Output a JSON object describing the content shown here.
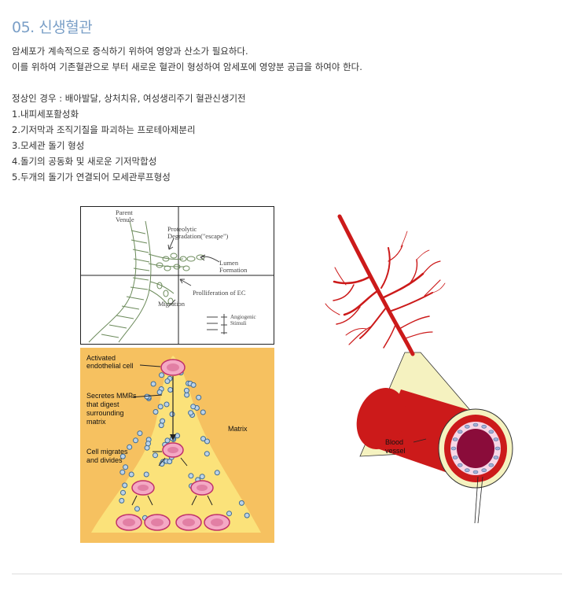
{
  "title": "05. 신생혈관",
  "paragraph1": [
    "암세포가 계속적으로 증식하기 위하여 영양과 산소가 필요하다.",
    "이를 위하여 기존혈관으로 부터 새로운 혈관이 형성하여 암세포에 영양분 공급을 하여야 한다."
  ],
  "paragraph2": [
    "정상인 경우 : 배아발달, 상처치유, 여성생리주기 혈관신생기전",
    "1.내피세포활성화",
    "2.기저막과 조직기질을 파괴하는 프로테아제분리",
    "3.모세관 돌기 형성",
    "4.돌기의 공동화 및 새로운 기저막합성",
    "5.두개의 돌기가 연결되어 모세관루프형성"
  ],
  "figure1": {
    "labels": {
      "parent_venule_1": "Parent",
      "parent_venule_2": "Venule",
      "proteolytic_1": "Proteolytic",
      "proteolytic_2": "Degradation(\"escape\")",
      "lumen_1": "Lumen",
      "lumen_2": "Formation",
      "proliferation": "Prolliferation of EC",
      "migration": "Migration",
      "angiogenic_1": "Angiogenic",
      "angiogenic_2": "Stimuli"
    }
  },
  "figure2": {
    "labels": {
      "activated_1": "Activated",
      "activated_2": "endothelial cell",
      "secretes_1": "Secretes MMPs",
      "secretes_2": "that digest",
      "secretes_3": "surrounding",
      "secretes_4": "matrix",
      "matrix": "Matrix",
      "migrates_1": "Cell migrates",
      "migrates_2": "and divides"
    },
    "colors": {
      "background": "#f6c160",
      "dots": "#fbe27a",
      "cell": "#f4a9c4",
      "cell_border": "#c0306a"
    }
  },
  "figure3": {
    "labels": {
      "blood_1": "Blood",
      "blood_2": "vessel"
    },
    "colors": {
      "vessel": "#cc1a1a",
      "tube_fill": "#f5f2c0",
      "lumen": "#8a0c3a"
    }
  }
}
